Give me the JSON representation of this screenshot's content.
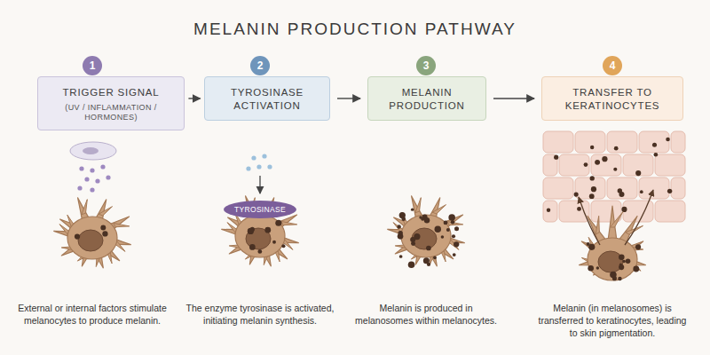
{
  "diagram": {
    "title": "MELANIN PRODUCTION PATHWAY",
    "nodes": [
      {
        "text": [
          "1"
        ]
      },
      {
        "text": [
          "TRIGGER SIGNAL",
          "(UV / INFLAMMATION / HORMONES)"
        ]
      },
      {
        "text": [
          "2"
        ]
      },
      {
        "text": [
          "TYROSINASE ACTIVATION"
        ]
      },
      {
        "text": [
          "3"
        ]
      },
      {
        "text": [
          "MELANIN PRODUCTION"
        ]
      },
      {
        "text": [
          "4"
        ]
      },
      {
        "text": [
          "TRANSFER TO KERATINOCYTES"
        ]
      },
      {
        "text": [
          "TYROSINASE"
        ]
      }
    ],
    "edges": [
      {
        "from": 1,
        "to": 3,
        "arrow": "to"
      },
      {
        "from": 3,
        "to": 5,
        "arrow": "to"
      },
      {
        "from": 5,
        "to": 7,
        "arrow": "to"
      }
    ],
    "labels": [
      "External or internal factors stimulate melanocytes to produce melanin.",
      "The enzyme tyrosinase is activated, initiating melanin synthesis.",
      "Melanin is produced in melanosomes within melanocytes.",
      "Melanin (in melanosomes) is transferred to keratinocytes, leading to skin pigmentation."
    ]
  }
}
